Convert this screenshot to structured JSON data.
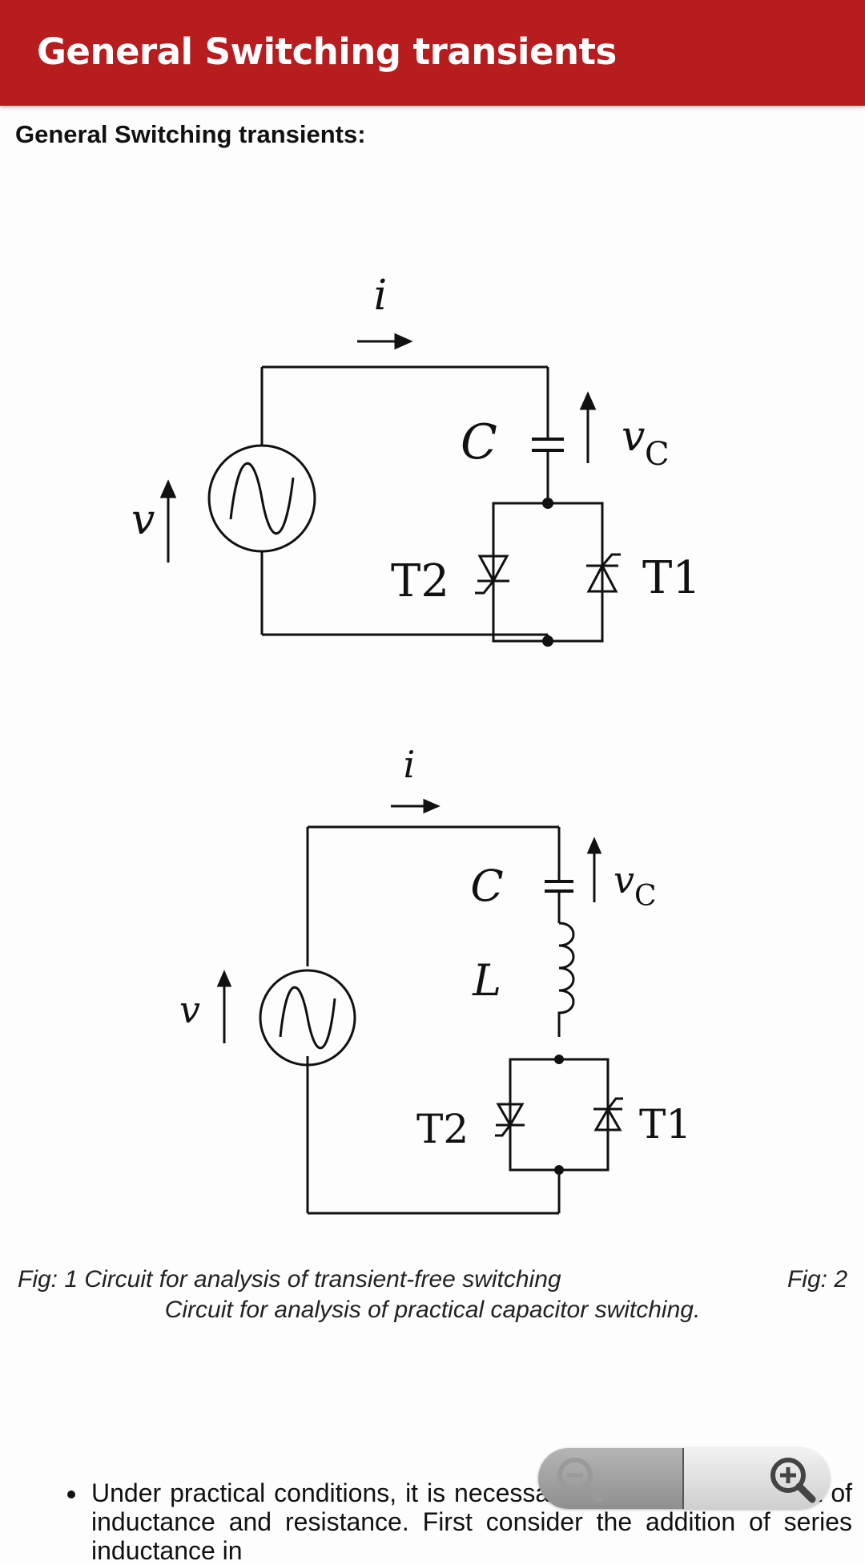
{
  "app_bar": {
    "title": "General Switching transients",
    "color": "#b71c1f"
  },
  "content": {
    "heading": "General Switching transients:",
    "figure1": {
      "labels": {
        "current": "i",
        "capacitor": "C",
        "cap_voltage": "v",
        "cap_voltage_sub": "C",
        "source_voltage": "v",
        "thyristor_left": "T2",
        "thyristor_right": "T1"
      }
    },
    "figure2": {
      "labels": {
        "current": "i",
        "capacitor": "C",
        "inductor": "L",
        "cap_voltage": "v",
        "cap_voltage_sub": "C",
        "source_voltage": "v",
        "thyristor_left": "T2",
        "thyristor_right": "T1"
      }
    },
    "caption": {
      "line1_left": "Fig: 1 Circuit for analysis of transient-free switching",
      "line1_right": "Fig: 2",
      "line2": "Circuit for analysis of practical capacitor switching."
    },
    "bullets": [
      "Under practical conditions, it is necessary to consider the effect of inductance and resistance. First consider the addition of series inductance in"
    ]
  },
  "zoom": {
    "zoom_out_icon": "zoom-out-icon",
    "zoom_in_icon": "zoom-in-icon"
  }
}
